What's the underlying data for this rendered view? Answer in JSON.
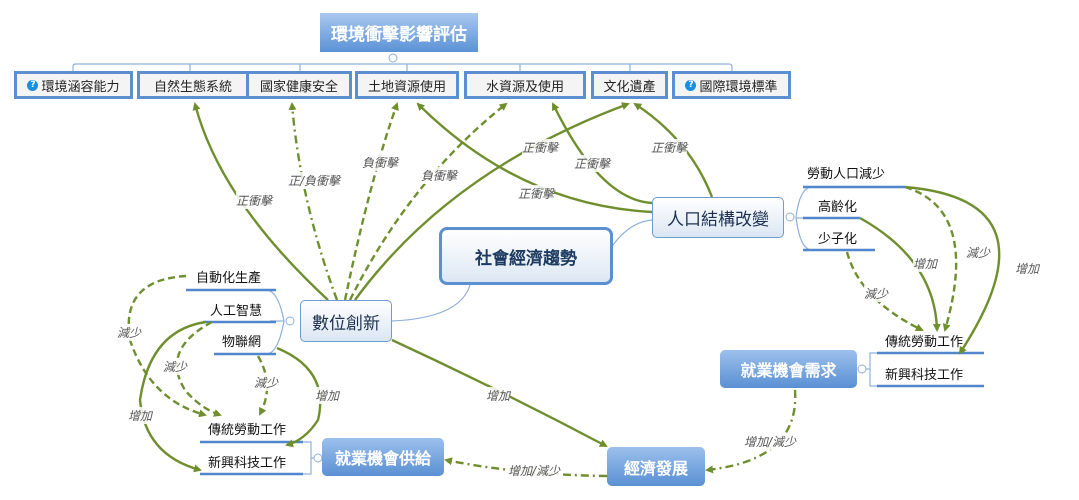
{
  "root": {
    "title": "環境衝擊影響評估"
  },
  "impact_nodes": [
    {
      "label": "環境涵容能力",
      "icon": "help-icon"
    },
    {
      "label": "自然生態系統"
    },
    {
      "label": "國家健康安全"
    },
    {
      "label": "土地資源使用"
    },
    {
      "label": "水資源及使用"
    },
    {
      "label": "文化遺產"
    },
    {
      "label": "國際環境標準",
      "icon": "help-icon"
    }
  ],
  "center": {
    "label": "社會經濟趨勢"
  },
  "population": {
    "label": "人口結構改變",
    "children": [
      "勞動人口減少",
      "高齡化",
      "少子化"
    ]
  },
  "digital": {
    "label": "數位創新",
    "children": [
      "自動化生產",
      "人工智慧",
      "物聯網"
    ]
  },
  "supply": {
    "label": "就業機會供給",
    "children": [
      "傳統勞動工作",
      "新興科技工作"
    ]
  },
  "demand": {
    "label": "就業機會需求",
    "children": [
      "傳統勞動工作",
      "新興科技工作"
    ]
  },
  "economy": {
    "label": "經濟發展"
  },
  "link_labels": {
    "d_eco": "正衝擊",
    "d_health": "正/負衝擊",
    "d_land": "負衝擊",
    "d_water": "負衝擊",
    "d_culture": "正衝擊",
    "p_land": "正衝擊",
    "p_water": "正衝擊",
    "p_culture": "正衝擊",
    "labor_trad": "減少",
    "labor_new": "增加",
    "aging_trad": "增加",
    "birth_trad": "減少",
    "auto_trad": "減少",
    "ai_trad": "減少",
    "ai_new": "增加",
    "iot_trad": "減少",
    "iot_new": "增加",
    "digital_econ": "增加",
    "econ_supply": "增加/減少",
    "demand_econ": "增加/減少"
  },
  "colors": {
    "link": "#6f8f2f",
    "accent": "#5b8fd0"
  }
}
